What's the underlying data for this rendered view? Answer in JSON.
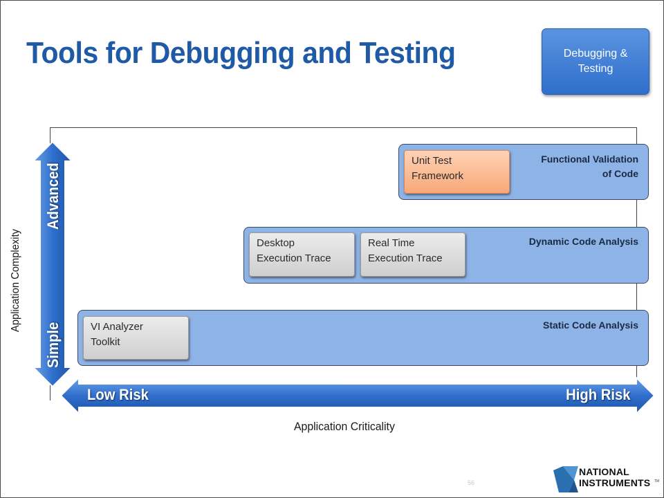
{
  "slide": {
    "title": "Tools for Debugging and Testing",
    "badge": "Debugging & Testing",
    "page_number": "56"
  },
  "axes": {
    "y_label": "Application Complexity",
    "y_top": "Advanced",
    "y_bottom": "Simple",
    "x_label": "Application Criticality",
    "x_left": "Low Risk",
    "x_right": "High Risk"
  },
  "bands": [
    {
      "label_line1": "Functional Validation",
      "label_line2": "of Code",
      "tools": [
        {
          "line1": "Unit Test",
          "line2": "Framework",
          "style": "orange"
        }
      ]
    },
    {
      "label_line1": "Dynamic Code Analysis",
      "tools": [
        {
          "line1": "Desktop",
          "line2": "Execution Trace",
          "style": "gray"
        },
        {
          "line1": "Real Time",
          "line2": "Execution Trace",
          "style": "gray"
        }
      ]
    },
    {
      "label_line1": "Static Code Analysis",
      "tools": [
        {
          "line1": "VI Analyzer",
          "line2": "Toolkit",
          "style": "gray"
        }
      ]
    }
  ],
  "logo": {
    "line1": "NATIONAL",
    "line2": "INSTRUMENTS",
    "mark": "TM"
  },
  "colors": {
    "title": "#1f5aa6",
    "band": "#8eb3e6",
    "arrow": "#2f6fcc"
  }
}
